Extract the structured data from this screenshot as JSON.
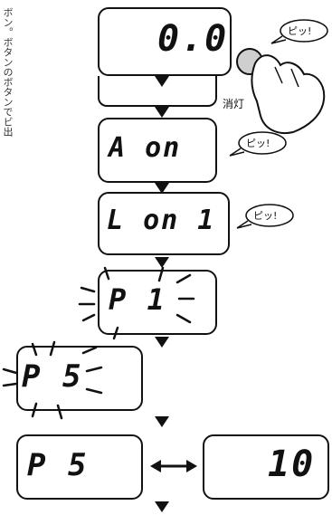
{
  "margin_text": "ボン。ボタンのボタンでビ出",
  "steps": [
    {
      "id": "display-1",
      "text": "0.0"
    },
    {
      "id": "display-2",
      "text": ""
    },
    {
      "id": "display-3",
      "text": "A on"
    },
    {
      "id": "display-4",
      "text": "L on 1"
    },
    {
      "id": "display-5",
      "text": "P 1"
    },
    {
      "id": "display-6",
      "text": "P 5"
    },
    {
      "id": "display-7",
      "text": "P 5"
    },
    {
      "id": "display-8",
      "text": "10"
    }
  ],
  "beep_label": "ピッ!",
  "lights_off_label": "消灯",
  "colors": {
    "stroke": "#111111",
    "button": "#cfcfcf"
  }
}
